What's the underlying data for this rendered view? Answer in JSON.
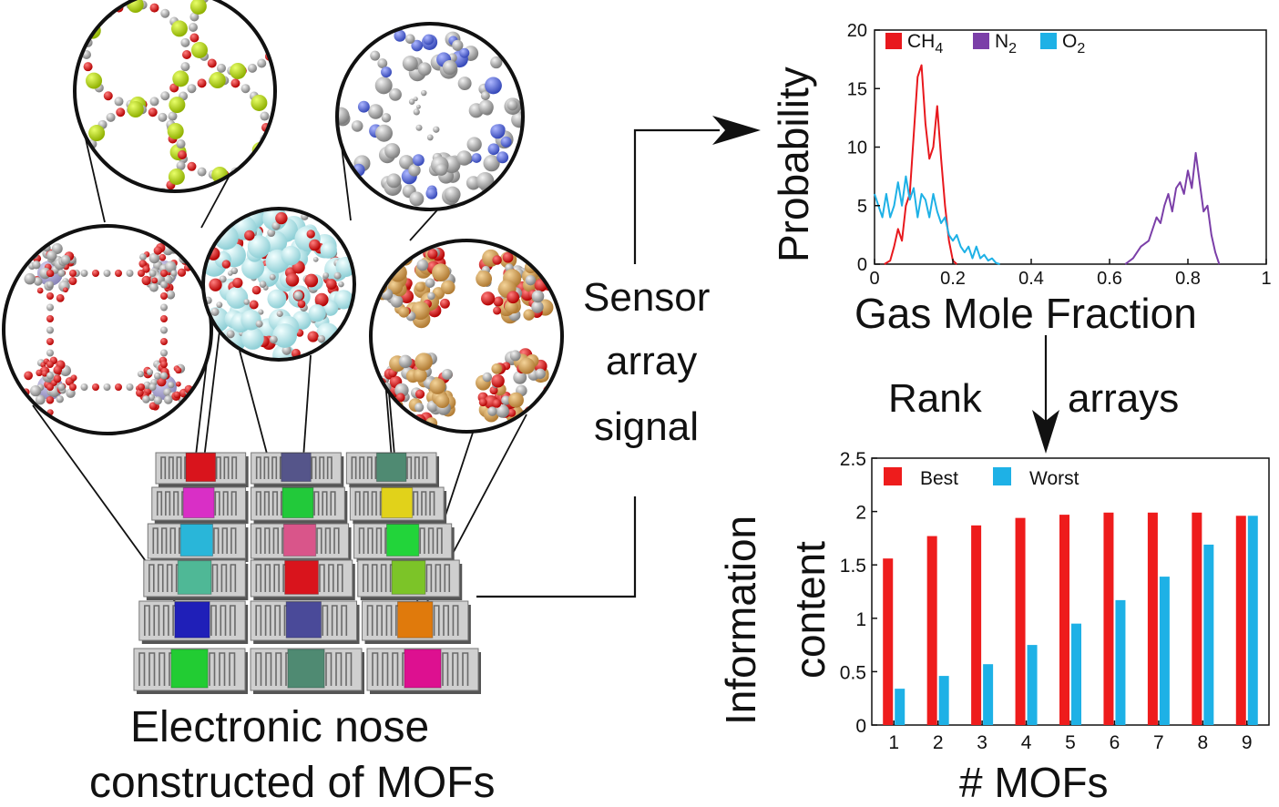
{
  "labels": {
    "electronic_nose_line1": "Electronic  nose",
    "electronic_nose_line2": "constructed of MOFs",
    "sensor": "Sensor",
    "array": "array",
    "signal": "signal",
    "rank": "Rank",
    "arrays": "arrays"
  },
  "colors": {
    "ch4": "#e8181d",
    "n2": "#7b3fa8",
    "o2": "#1eb1e6",
    "best": "#ee1c1c",
    "worst": "#1eb1e6"
  },
  "sensor_grid": {
    "rows": 6,
    "cols": 3,
    "pad_colors": [
      [
        "#d9141c",
        "#55558a",
        "#4f8a72"
      ],
      [
        "#d92fc6",
        "#22c93a",
        "#e1d21a"
      ],
      [
        "#29b6d9",
        "#d9558a",
        "#22d43a"
      ],
      [
        "#4fb896",
        "#d9141c",
        "#7cc428"
      ],
      [
        "#1f1fb8",
        "#4a4a99",
        "#e07a0c"
      ],
      [
        "#22cc33",
        "#4f8a72",
        "#dd1090"
      ]
    ]
  },
  "chart_data": [
    {
      "type": "line",
      "title": "",
      "xlabel": "Gas Mole Fraction",
      "ylabel": "Probability",
      "xlim": [
        0,
        1
      ],
      "ylim": [
        0,
        20
      ],
      "xticks": [
        "0",
        "0.2",
        "0.4",
        "0.6",
        "0.8",
        "1"
      ],
      "yticks": [
        "0",
        "5",
        "10",
        "15",
        "20"
      ],
      "legend_placement": "top-left",
      "series": [
        {
          "name": "CH4",
          "name_base": "CH",
          "name_sub": "4",
          "color_key": "ch4",
          "x": [
            0.025,
            0.04,
            0.05,
            0.06,
            0.07,
            0.08,
            0.09,
            0.1,
            0.11,
            0.12,
            0.13,
            0.14,
            0.15,
            0.16,
            0.17,
            0.18,
            0.19,
            0.2,
            0.21
          ],
          "y": [
            0,
            0.3,
            1.5,
            3,
            2,
            5,
            6,
            11,
            16,
            17,
            12,
            9,
            10,
            13.5,
            9,
            5,
            2,
            0.3,
            0
          ]
        },
        {
          "name": "N2",
          "name_base": "N",
          "name_sub": "2",
          "color_key": "n2",
          "x": [
            0.64,
            0.66,
            0.68,
            0.7,
            0.71,
            0.72,
            0.73,
            0.74,
            0.75,
            0.76,
            0.77,
            0.78,
            0.79,
            0.8,
            0.81,
            0.82,
            0.83,
            0.84,
            0.85,
            0.86,
            0.87,
            0.88
          ],
          "y": [
            0,
            0.5,
            1.5,
            2,
            3,
            4,
            3.5,
            5,
            6,
            4.5,
            6.5,
            7,
            6,
            8,
            6.5,
            9.5,
            7,
            4.5,
            5,
            2.5,
            1,
            0
          ]
        },
        {
          "name": "O2",
          "name_base": "O",
          "name_sub": "2",
          "color_key": "o2",
          "x": [
            0,
            0.01,
            0.02,
            0.03,
            0.04,
            0.05,
            0.06,
            0.07,
            0.08,
            0.09,
            0.1,
            0.11,
            0.12,
            0.13,
            0.14,
            0.15,
            0.16,
            0.17,
            0.18,
            0.19,
            0.2,
            0.21,
            0.22,
            0.23,
            0.24,
            0.25,
            0.26,
            0.27,
            0.28,
            0.29,
            0.3,
            0.31,
            0.32
          ],
          "y": [
            6,
            5,
            4,
            6,
            4,
            5,
            7,
            5,
            7.5,
            5.5,
            6.5,
            4,
            6,
            5.5,
            4,
            6,
            4.5,
            3.5,
            4,
            2.5,
            2,
            2.5,
            1.5,
            1,
            1.5,
            0.5,
            1.5,
            0.5,
            0.8,
            0.3,
            0.5,
            0.1,
            0
          ]
        }
      ]
    },
    {
      "type": "bar",
      "title": "",
      "xlabel": "# MOFs",
      "ylabel_line1": "Information",
      "ylabel_line2": "content",
      "ylim": [
        0,
        2.5
      ],
      "yticks": [
        "0",
        "0.5",
        "1",
        "1.5",
        "2",
        "2.5"
      ],
      "categories": [
        "1",
        "2",
        "3",
        "4",
        "5",
        "6",
        "7",
        "8",
        "9"
      ],
      "legend_placement": "top-left",
      "series": [
        {
          "name": "Best",
          "color_key": "best",
          "values": [
            1.56,
            1.77,
            1.87,
            1.94,
            1.97,
            1.99,
            1.99,
            1.99,
            1.96
          ]
        },
        {
          "name": "Worst",
          "color_key": "worst",
          "values": [
            0.34,
            0.46,
            0.57,
            0.75,
            0.95,
            1.17,
            1.39,
            1.69,
            1.96
          ]
        }
      ]
    }
  ]
}
